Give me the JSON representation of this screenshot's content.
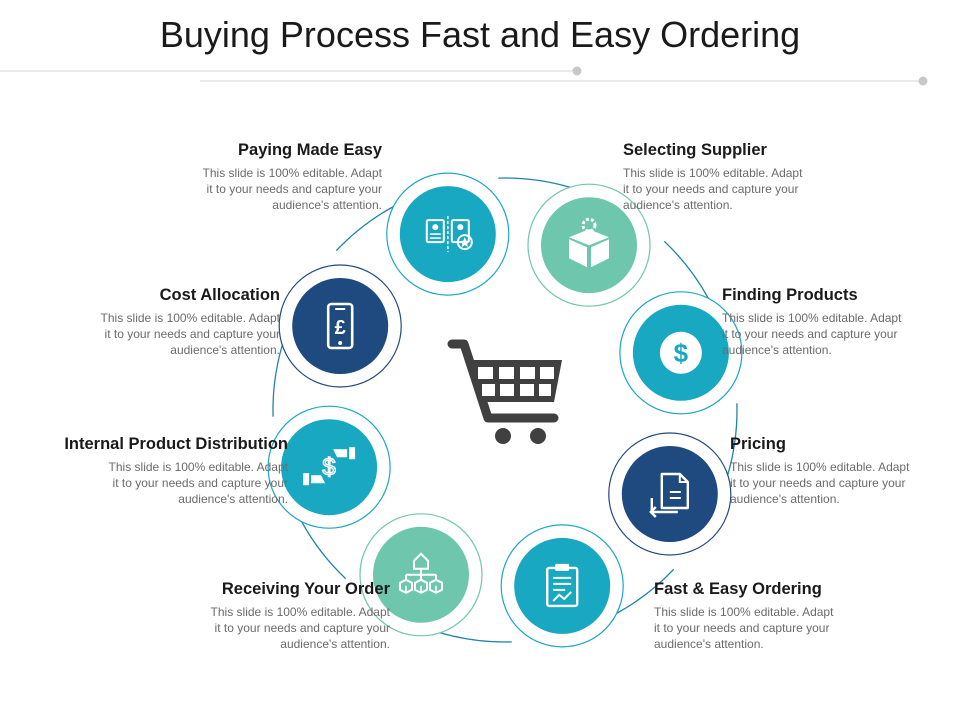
{
  "title": "Buying Process Fast and Easy Ordering",
  "colors": {
    "navy": "#1f4a80",
    "teal": "#19a8c2",
    "mint": "#6ec7ad",
    "arrow": "#1e82ad",
    "icon": "#ffffff",
    "cart": "#404040"
  },
  "center_icon": "shopping-cart-icon",
  "steps": [
    {
      "title": "Selecting Supplier",
      "desc_lines": [
        "This slide is 100% editable. Adapt",
        "it to your needs and capture your",
        "audience's attention."
      ],
      "icon": "supplier-cards-icon",
      "color": "teal"
    },
    {
      "title": "Finding Products",
      "desc_lines": [
        "This slide is 100% editable. Adapt",
        "it to your needs and capture your",
        "audience's attention."
      ],
      "icon": "product-box-icon",
      "color": "mint"
    },
    {
      "title": "Pricing",
      "desc_lines": [
        "This slide is 100% editable. Adapt",
        "it to your needs and capture your",
        "audience's attention."
      ],
      "icon": "dollar-coin-icon",
      "color": "teal"
    },
    {
      "title": "Fast & Easy Ordering",
      "desc_lines": [
        "This slide is 100% editable. Adapt",
        "it to your needs and capture your",
        "audience's attention."
      ],
      "icon": "order-document-icon",
      "color": "navy"
    },
    {
      "title": "Receiving Your Order",
      "desc_lines": [
        "This slide is 100% editable. Adapt",
        "it to your needs and capture your",
        "audience's attention."
      ],
      "icon": "clipboard-chart-icon",
      "color": "teal"
    },
    {
      "title": "Internal Product Distribution",
      "desc_lines": [
        "This slide is 100% editable. Adapt",
        "it to your needs and capture your",
        "audience's attention."
      ],
      "icon": "distribution-hierarchy-icon",
      "color": "mint"
    },
    {
      "title": "Cost Allocation",
      "desc_lines": [
        "This slide is 100% editable. Adapt",
        "it to your needs and capture your",
        "audience's attention."
      ],
      "icon": "hand-dollar-icon",
      "color": "teal"
    },
    {
      "title": "Paying Made Easy",
      "desc_lines": [
        "This slide is 100% editable. Adapt",
        "it to your needs and capture your",
        "audience's attention."
      ],
      "icon": "mobile-pound-icon",
      "color": "navy"
    }
  ]
}
